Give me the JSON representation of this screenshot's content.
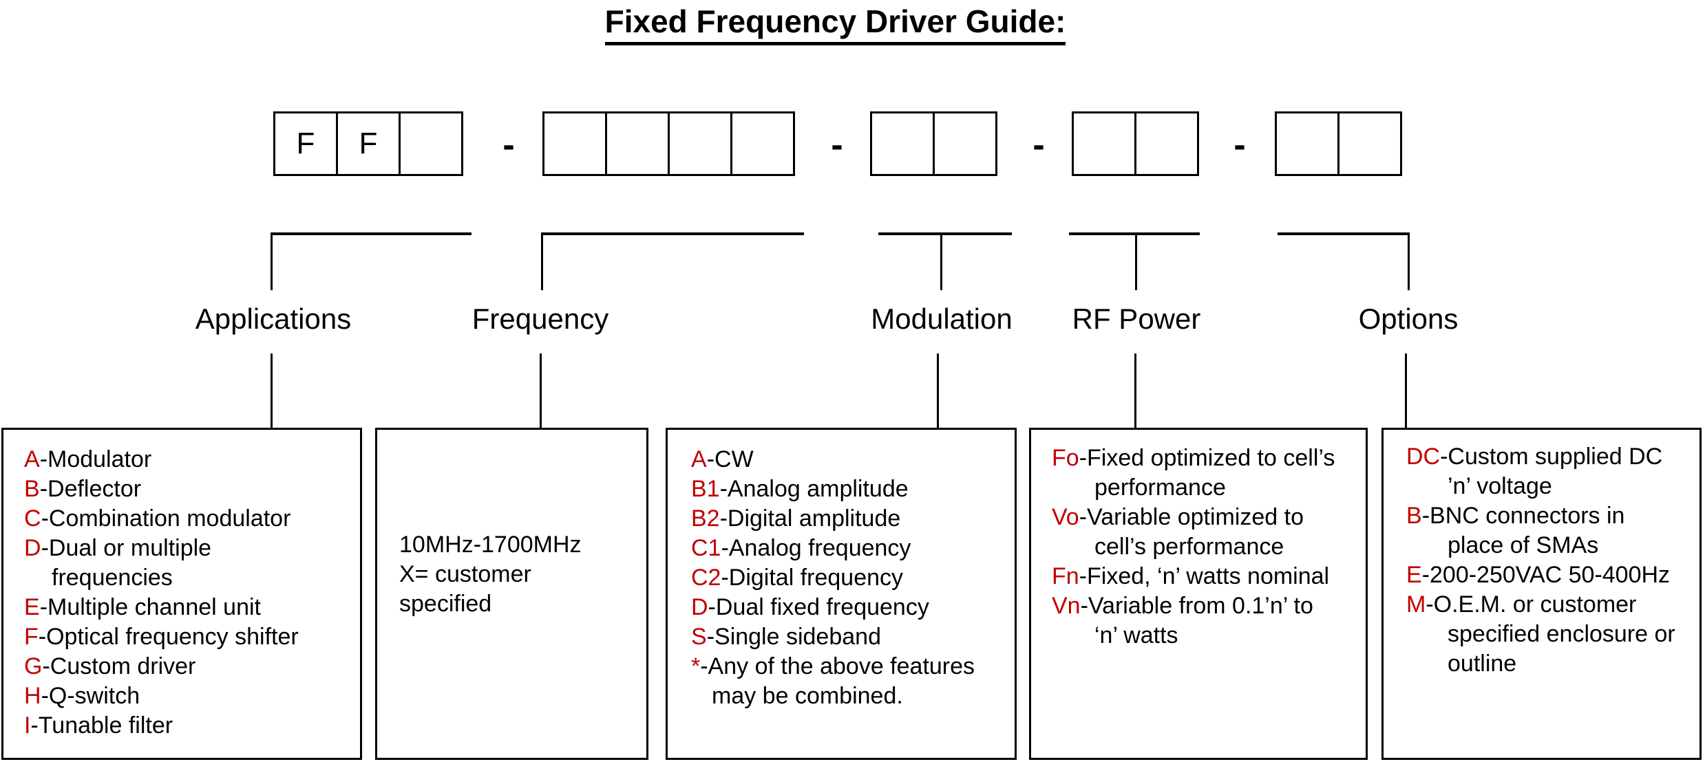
{
  "title": "Fixed Frequency Driver Guide:",
  "separator": "-",
  "prefix_code": "FF",
  "colors": {
    "code_red": "#C00000",
    "text_black": "#000000"
  },
  "part_number_groups": [
    {
      "id": "applications",
      "cells": [
        "F",
        "F",
        ""
      ]
    },
    {
      "id": "frequency",
      "cells": [
        "",
        "",
        "",
        ""
      ]
    },
    {
      "id": "modulation",
      "cells": [
        "",
        ""
      ]
    },
    {
      "id": "rf_power",
      "cells": [
        "",
        ""
      ]
    },
    {
      "id": "options",
      "cells": [
        "",
        ""
      ]
    }
  ],
  "sections": [
    {
      "id": "applications",
      "label": "Applications",
      "items": [
        {
          "code": "A",
          "text": "-Modulator"
        },
        {
          "code": "B",
          "text": "-Deflector"
        },
        {
          "code": "C",
          "text": "-Combination modulator"
        },
        {
          "code": "D",
          "text": "-Dual or multiple\nfrequencies"
        },
        {
          "code": "E",
          "text": "-Multiple channel unit"
        },
        {
          "code": "F",
          "text": "-Optical frequency shifter"
        },
        {
          "code": "G",
          "text": "-Custom driver"
        },
        {
          "code": "H",
          "text": "-Q-switch"
        },
        {
          "code": "I",
          "text": "-Tunable filter"
        }
      ]
    },
    {
      "id": "frequency",
      "label": "Frequency",
      "body": "10MHz-1700MHz\nX= customer\nspecified"
    },
    {
      "id": "modulation",
      "label": "Modulation",
      "items": [
        {
          "code": "A",
          "text": "-CW"
        },
        {
          "code": "B1",
          "text": "-Analog amplitude"
        },
        {
          "code": "B2",
          "text": "-Digital amplitude"
        },
        {
          "code": "C1",
          "text": "-Analog frequency"
        },
        {
          "code": "C2",
          "text": "-Digital frequency"
        },
        {
          "code": "D",
          "text": "-Dual fixed frequency"
        },
        {
          "code": "S",
          "text": "-Single sideband"
        },
        {
          "code": "*",
          "text": "-Any of the above features\nmay be combined."
        }
      ]
    },
    {
      "id": "rf_power",
      "label": "RF Power",
      "items": [
        {
          "code": "Fo",
          "text": "-Fixed optimized to cell’s\nperformance"
        },
        {
          "code": "Vo",
          "text": "-Variable optimized to\ncell’s performance"
        },
        {
          "code": "Fn",
          "text": "-Fixed, ‘n’ watts nominal"
        },
        {
          "code": "Vn",
          "text": "-Variable from 0.1’n’ to\n‘n’ watts"
        }
      ]
    },
    {
      "id": "options",
      "label": "Options",
      "items": [
        {
          "code": "DC",
          "text": "-Custom supplied DC\n’n’ voltage"
        },
        {
          "code": "B",
          "text": "-BNC connectors in\nplace of SMAs"
        },
        {
          "code": "E",
          "text": "-200-250VAC 50-400Hz"
        },
        {
          "code": "M",
          "text": "-O.E.M. or customer\nspecified enclosure or\noutline"
        }
      ]
    }
  ]
}
